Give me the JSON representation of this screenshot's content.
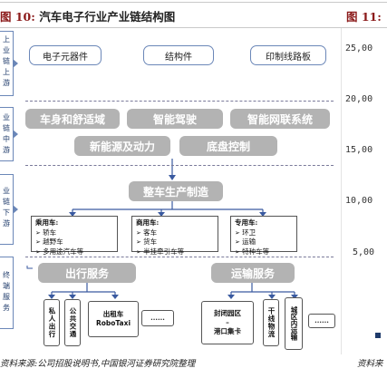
{
  "figure_left": {
    "label": "图 10:",
    "title": "汽车电子行业产业链结构图",
    "side_labels": {
      "upstream": [
        "上",
        "业",
        "链",
        "上",
        "游"
      ],
      "midstream": [
        "业",
        "链",
        "中",
        "游"
      ],
      "downstream": [
        "业",
        "链",
        "下",
        "游"
      ],
      "terminal": [
        "终",
        "端",
        "服",
        "务"
      ]
    },
    "upstream_items": [
      "电子元器件",
      "结构件",
      "印制线路板"
    ],
    "midstream_row1": [
      "车身和舒适域",
      "智能驾驶",
      "智能网联系统"
    ],
    "midstream_row2": [
      "新能源及动力",
      "底盘控制"
    ],
    "vehicle_production": "整车生产制造",
    "categories": [
      {
        "head": "乘用车:",
        "items": [
          "轿车",
          "越野车",
          "多用途汽车等"
        ]
      },
      {
        "head": "商用车:",
        "items": [
          "客车",
          "货车",
          "半挂牵引车等"
        ]
      },
      {
        "head": "专用车:",
        "items": [
          "环卫",
          "运输",
          "特种车等"
        ]
      }
    ],
    "travel_service": "出行服务",
    "transport_service": "运输服务",
    "travel_items": {
      "private": "私人出行",
      "public": "公共交通",
      "taxi_line1": "出租车",
      "taxi_line2": "RoboTaxi",
      "more": "......"
    },
    "transport_items": {
      "park_line1": "封闭园区",
      "park_line2": "–",
      "park_line3": "港口集卡",
      "trunk": "干线物流",
      "city": "城区内运输",
      "more": "......"
    },
    "source": "资料来源:公司招股说明书,中国银河证券研究院整理"
  },
  "figure_right": {
    "label": "图 11:",
    "y_ticks": [
      "25,00",
      "20,00",
      "15,00",
      "10,00",
      "5,00"
    ],
    "source": "资料来"
  }
}
